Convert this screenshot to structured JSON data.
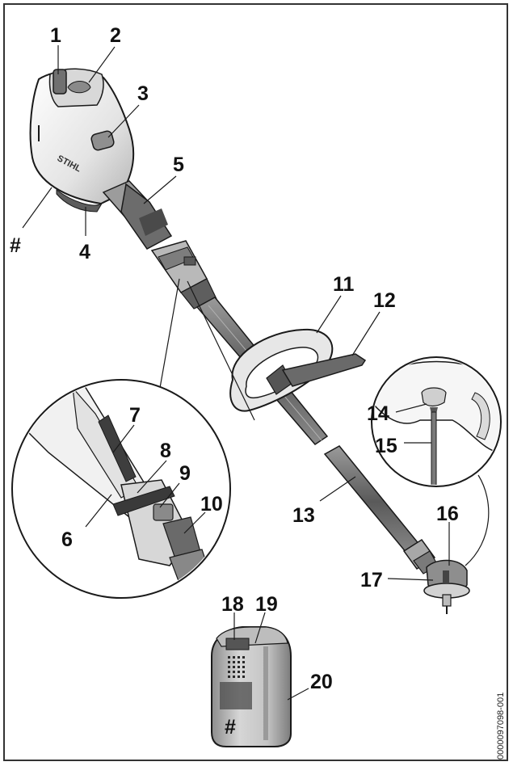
{
  "callouts": {
    "c1": "1",
    "c2": "2",
    "c3": "3",
    "c4": "4",
    "c5": "5",
    "c6": "6",
    "c7": "7",
    "c8": "8",
    "c9": "9",
    "c10": "10",
    "c11": "11",
    "c12": "12",
    "c13": "13",
    "c14": "14",
    "c15": "15",
    "c16": "16",
    "c17": "17",
    "c18": "18",
    "c19": "19",
    "c20": "20",
    "hash1": "#",
    "hash2": "#"
  },
  "brand": "STIHL",
  "document_id": "0000097098-001",
  "colors": {
    "line": "#1a1a1a",
    "body_light": "#f2f2f2",
    "body_mid": "#c9c9c9",
    "body_dark": "#6e6e6e",
    "shaft": "#7a7a7a"
  }
}
